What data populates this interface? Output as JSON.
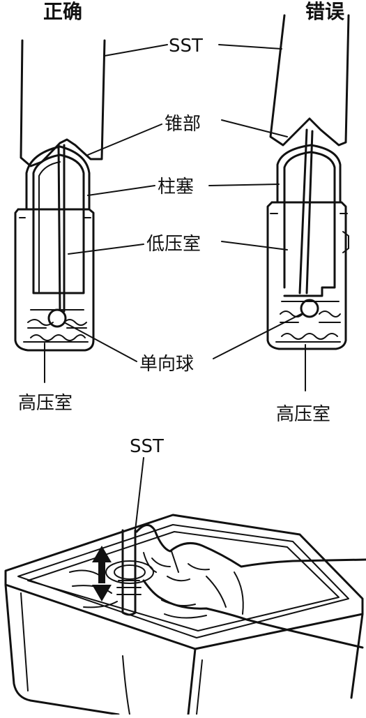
{
  "labels": {
    "correct": "正确",
    "wrong": "错误",
    "sst_top": "SST",
    "cone": "锥部",
    "plunger": "柱塞",
    "low_chamber": "低压室",
    "check_ball": "单向球",
    "high_chamber_left": "高压室",
    "high_chamber_right": "高压室",
    "sst_bottom": "SST"
  },
  "colors": {
    "ink": "#111111",
    "paper": "#ffffff"
  }
}
